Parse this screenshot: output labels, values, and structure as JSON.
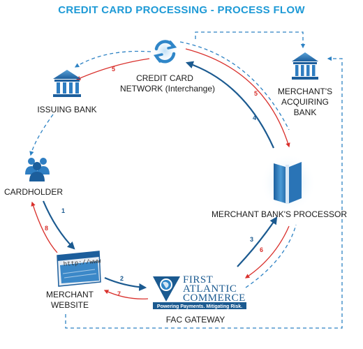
{
  "title": "CREDIT CARD PROCESSING - PROCESS FLOW",
  "nodes": {
    "issuing_bank": {
      "label": "ISSUING BANK"
    },
    "credit_card_network": {
      "label_line1": "CREDIT CARD",
      "label_line2": "NETWORK (Interchange)"
    },
    "acquiring_bank": {
      "label_line1": "MERCHANT'S",
      "label_line2": "ACQUIRING",
      "label_line3": "BANK"
    },
    "cardholder": {
      "label": "CARDHOLDER"
    },
    "processor": {
      "label": "MERCHANT BANK'S PROCESSOR"
    },
    "merchant_website": {
      "label_line1": "MERCHANT",
      "label_line2": "WEBSITE",
      "url_text": "http://www"
    },
    "fac_gateway": {
      "label": "FAC GATEWAY",
      "logo_line1": "FIRST",
      "logo_line2": "ATLANTIC",
      "logo_line3": "COMMERCE",
      "tagline": "Powering Payments. Mitigating Risk."
    }
  },
  "steps": {
    "s1": "1",
    "s2": "2",
    "s3": "3",
    "s4": "4",
    "s5a": "5",
    "s5b": "5",
    "s6": "6",
    "s7": "7",
    "s8": "8"
  },
  "colors": {
    "title": "#1e9ad6",
    "forward_arrow": "#1b5a90",
    "return_arrow": "#d9302c",
    "dashed_settlement": "#2d82c4"
  }
}
